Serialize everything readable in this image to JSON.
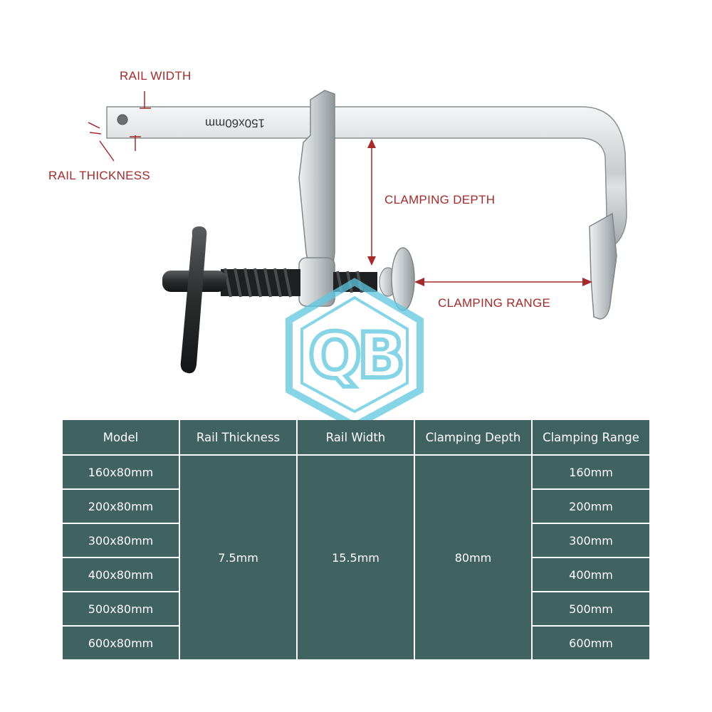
{
  "illustration": {
    "rail_marking": "150x60mm",
    "watermark_text": "QB",
    "annotations": {
      "rail_width": "RAIL WIDTH",
      "rail_thickness": "RAIL THICKNESS",
      "clamping_depth": "CLAMPING DEPTH",
      "clamping_range": "CLAMPING RANGE"
    }
  },
  "table": {
    "headers": [
      "Model",
      "Rail Thickness",
      "Rail Width",
      "Clamping Depth",
      "Clamping Range"
    ],
    "models": [
      "160x80mm",
      "200x80mm",
      "300x80mm",
      "400x80mm",
      "500x80mm",
      "600x80mm"
    ],
    "rail_thickness": "7.5mm",
    "rail_width": "15.5mm",
    "clamping_depth": "80mm",
    "clamping_ranges": [
      "160mm",
      "200mm",
      "300mm",
      "400mm",
      "500mm",
      "600mm"
    ]
  },
  "colors": {
    "table_bg": "#406362",
    "annotation": "#a52a2a",
    "watermark": "#5ec8e0"
  }
}
